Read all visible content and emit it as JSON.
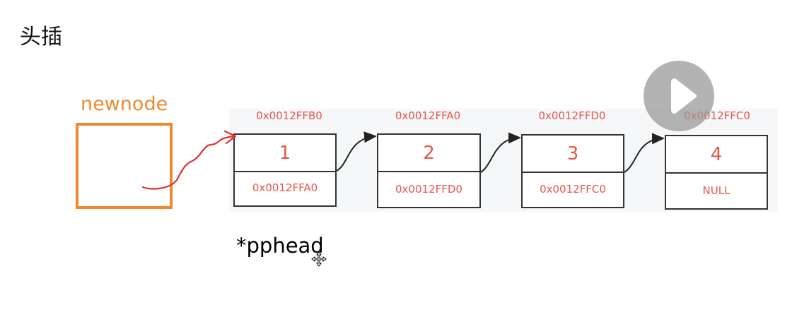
{
  "title": "头插",
  "newnode_label": "newnode",
  "pphead_label": "*pphead",
  "nodes": [
    {
      "address": "0x0012FFB0",
      "value": "1",
      "next": "0x0012FFA0"
    },
    {
      "address": "0x0012FFA0",
      "value": "2",
      "next": "0x0012FFD0"
    },
    {
      "address": "0x0012FFD0",
      "value": "3",
      "next": "0x0012FFC0"
    },
    {
      "address": "0x0012FFC0",
      "value": "4",
      "next": "NULL"
    }
  ],
  "colors": {
    "accent_orange": "#f0882f",
    "text_red": "#e5574b",
    "annotation_red": "#e03030"
  },
  "icons": {
    "play": "play-icon",
    "cursor": "move-cursor-icon"
  }
}
